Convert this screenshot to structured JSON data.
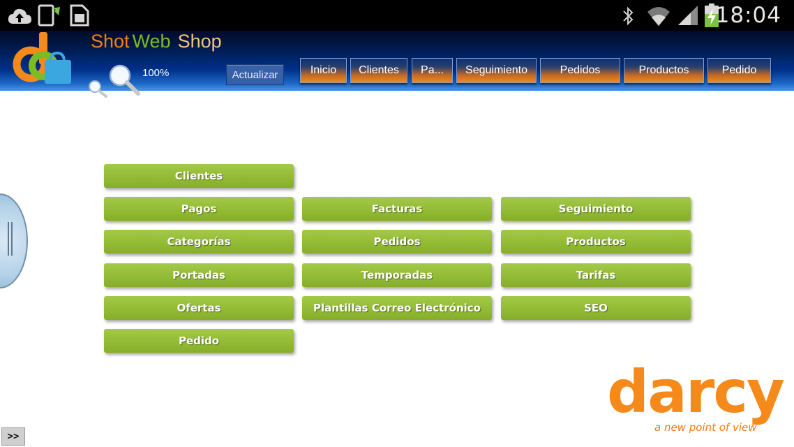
{
  "status_bar": {
    "time": "18:04",
    "icons": [
      "cloud-upload-icon",
      "phone-update-icon",
      "sd-card-icon",
      "bluetooth-icon",
      "wifi-icon",
      "signal-icon",
      "battery-charging-icon"
    ]
  },
  "header": {
    "title_part1": "Shot",
    "title_part2": "Web",
    "title_part3": "Shop",
    "zoom_level": "100%",
    "refresh_label": "Actualizar",
    "nav": [
      "Inicio",
      "Clientes",
      "Pa...",
      "Seguimiento",
      "Pedidos",
      "Productos",
      "Pedido"
    ]
  },
  "menu": {
    "col1": [
      "Clientes",
      "Pagos",
      "Categorías",
      "Portadas",
      "Ofertas",
      "Pedido"
    ],
    "col2": [
      "Facturas",
      "Pedidos",
      "Temporadas",
      "Plantillas Correo Electrónico"
    ],
    "col3": [
      "Seguimiento",
      "Productos",
      "Tarifas",
      "SEO"
    ]
  },
  "footer": {
    "expand_label": ">>",
    "brand_name": "darcy",
    "brand_tagline": "a new point of view"
  },
  "colors": {
    "accent_orange": "#f57d11",
    "accent_green": "#93bb34",
    "header_blue": "#00308a"
  }
}
